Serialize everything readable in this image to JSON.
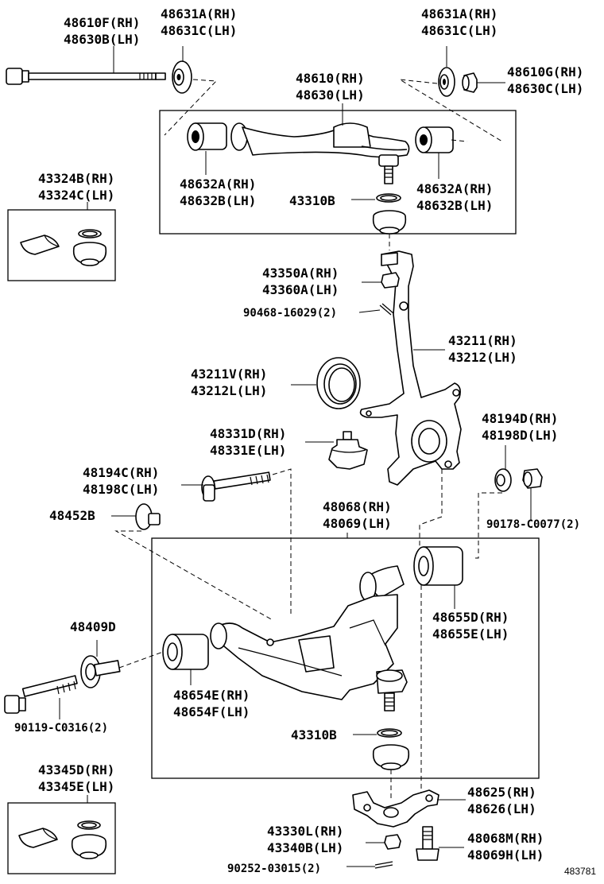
{
  "labels": {
    "p48610F": "48610F(RH)",
    "p48630B": "48630B(LH)",
    "p48631A_l": "48631A(RH)",
    "p48631C_l": "48631C(LH)",
    "p48631A_r": "48631A(RH)",
    "p48631C_r": "48631C(LH)",
    "p48610G": "48610G(RH)",
    "p48630C": "48630C(LH)",
    "p48610": "48610(RH)",
    "p48630": "48630(LH)",
    "p48632A_l": "48632A(RH)",
    "p48632B_l": "48632B(LH)",
    "p48632A_r": "48632A(RH)",
    "p48632B_r": "48632B(LH)",
    "p43310B_u": "43310B",
    "p43324B": "43324B(RH)",
    "p43324C": "43324C(LH)",
    "p43350A": "43350A(RH)",
    "p43360A": "43360A(LH)",
    "p90468": "90468-16029(2)",
    "p43211": "43211(RH)",
    "p43212": "43212(LH)",
    "p43211V": "43211V(RH)",
    "p43212L": "43212L(LH)",
    "p48194D": "48194D(RH)",
    "p48198D": "48198D(LH)",
    "p48331D": "48331D(RH)",
    "p48331E": "48331E(LH)",
    "p48194C": "48194C(RH)",
    "p48198C": "48198C(LH)",
    "p48452B": "48452B",
    "p90178": "90178-C0077(2)",
    "p48068": "48068(RH)",
    "p48069": "48069(LH)",
    "p48655D": "48655D(RH)",
    "p48655E": "48655E(LH)",
    "p48409D": "48409D",
    "p48654E": "48654E(RH)",
    "p48654F": "48654F(LH)",
    "p90119": "90119-C0316(2)",
    "p43310B_l": "43310B",
    "p43345D": "43345D(RH)",
    "p43345E": "43345E(LH)",
    "p48625": "48625(RH)",
    "p48626": "48626(LH)",
    "p43330L": "43330L(RH)",
    "p43340B": "43340B(LH)",
    "p48068M": "48068M(RH)",
    "p48069H": "48069H(LH)",
    "p90252": "90252-03015(2)",
    "ref": "483781"
  }
}
